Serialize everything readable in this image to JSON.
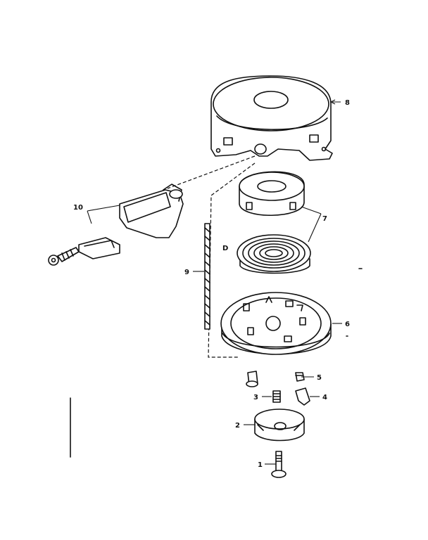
{
  "diagram": {
    "parts": [
      {
        "callout": "1"
      },
      {
        "callout": "2"
      },
      {
        "callout": "3"
      },
      {
        "callout": "4"
      },
      {
        "callout": "5"
      },
      {
        "callout": "6"
      },
      {
        "callout": "7"
      },
      {
        "callout": "8"
      },
      {
        "callout": "9"
      },
      {
        "callout": "10"
      }
    ],
    "stray_mark": "D"
  }
}
